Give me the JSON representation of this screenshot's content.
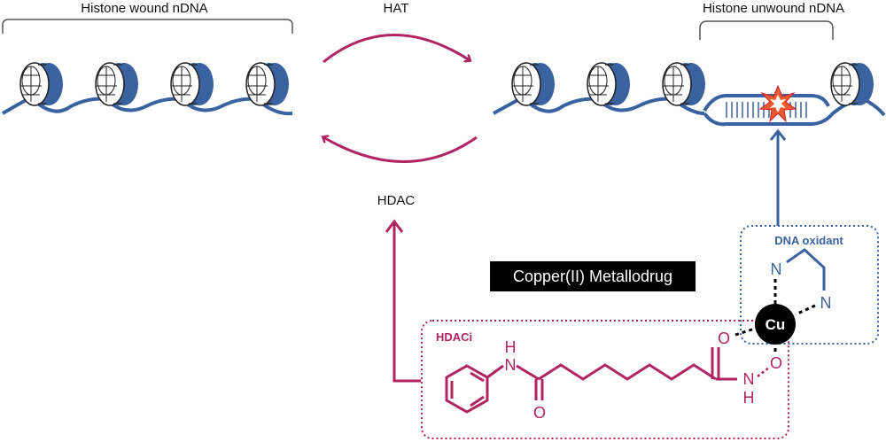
{
  "labels": {
    "wound_title": "Histone wound nDNA",
    "unwound_title": "Histone unwound nDNA",
    "hat": "HAT",
    "hdac": "HDAC",
    "metallodrug": "Copper(II) Metallodrug",
    "dna_oxidant": "DNA oxidant",
    "hdaci": "HDACi"
  },
  "atoms": {
    "cu": "Cu",
    "n_top": "N",
    "n_right": "N",
    "nh_amide_left_n": "N",
    "nh_amide_left_h": "H",
    "o_left": "O",
    "o_right": "O",
    "nh_hydroxamate_n": "N",
    "nh_hydroxamate_h": "H",
    "o_hydroxamate": "O"
  },
  "colors": {
    "dna_blue": "#3a62a0",
    "magenta": "#b0245f",
    "black": "#000000"
  }
}
